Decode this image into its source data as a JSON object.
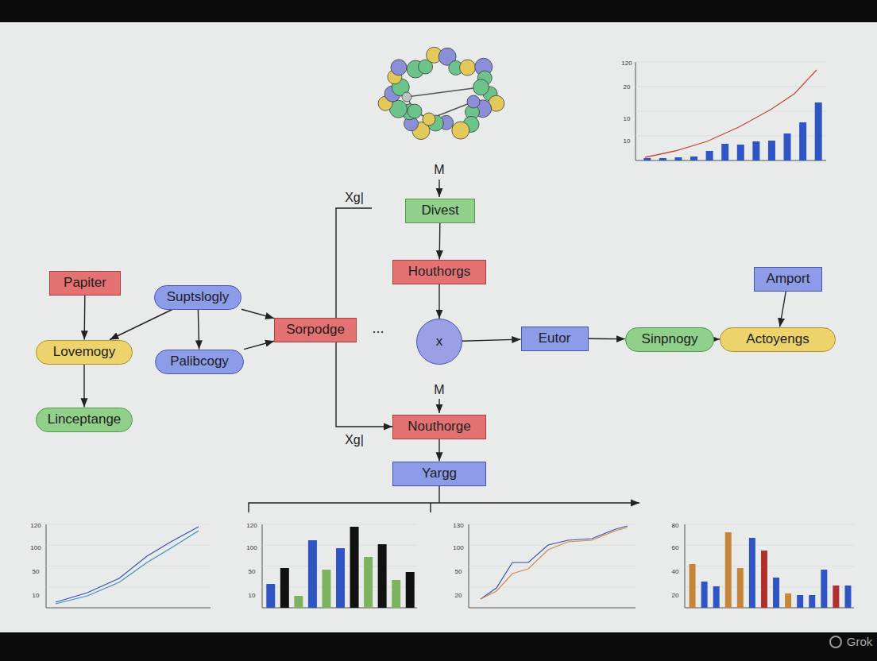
{
  "diagram": {
    "nodes": [
      {
        "text": [
          "Papiter"
        ]
      },
      {
        "text": [
          "Suptslogly"
        ]
      },
      {
        "text": [
          "Lovemogy"
        ]
      },
      {
        "text": [
          "Palibcogy"
        ]
      },
      {
        "text": [
          "Linceptange"
        ]
      },
      {
        "text": [
          "Sorpodge"
        ]
      },
      {
        "text": [
          "Divest"
        ]
      },
      {
        "text": [
          "Houthorgs"
        ]
      },
      {
        "text": [
          "x"
        ]
      },
      {
        "text": [
          "Nouthorge"
        ]
      },
      {
        "text": [
          "Yargg"
        ]
      },
      {
        "text": [
          "Eutor"
        ]
      },
      {
        "text": [
          "Sinpnogy"
        ]
      },
      {
        "text": [
          "Amport"
        ]
      },
      {
        "text": [
          "Actoyengs"
        ]
      }
    ],
    "edges": [
      {
        "from": 0,
        "to": 2,
        "arrow": "to"
      },
      {
        "from": 1,
        "to": 2,
        "arrow": "to"
      },
      {
        "from": 1,
        "to": 3,
        "arrow": "to"
      },
      {
        "from": 1,
        "to": 5,
        "arrow": "to"
      },
      {
        "from": 3,
        "to": 5,
        "arrow": "to"
      },
      {
        "from": 2,
        "to": 4,
        "arrow": "to"
      },
      {
        "from": 6,
        "to": 7,
        "arrow": "to"
      },
      {
        "from": 7,
        "to": 8,
        "arrow": "to"
      },
      {
        "from": 5,
        "to": 9,
        "arrow": "to"
      },
      {
        "from": 9,
        "to": 10,
        "arrow": "to"
      },
      {
        "from": 8,
        "to": 11,
        "arrow": "to"
      },
      {
        "from": 11,
        "to": 12,
        "arrow": "to"
      },
      {
        "from": 12,
        "to": 14,
        "arrow": "to"
      },
      {
        "from": 13,
        "to": 14,
        "arrow": "to"
      }
    ],
    "labels": [
      "M",
      "M",
      "Xg|",
      "Xg|",
      "...",
      "Grok",
      "120",
      "20",
      "10",
      "10",
      "120",
      "100",
      "50",
      "10",
      "120",
      "100",
      "50",
      "10",
      "130",
      "100",
      "50",
      "20",
      "80",
      "60",
      "40",
      "20"
    ]
  }
}
